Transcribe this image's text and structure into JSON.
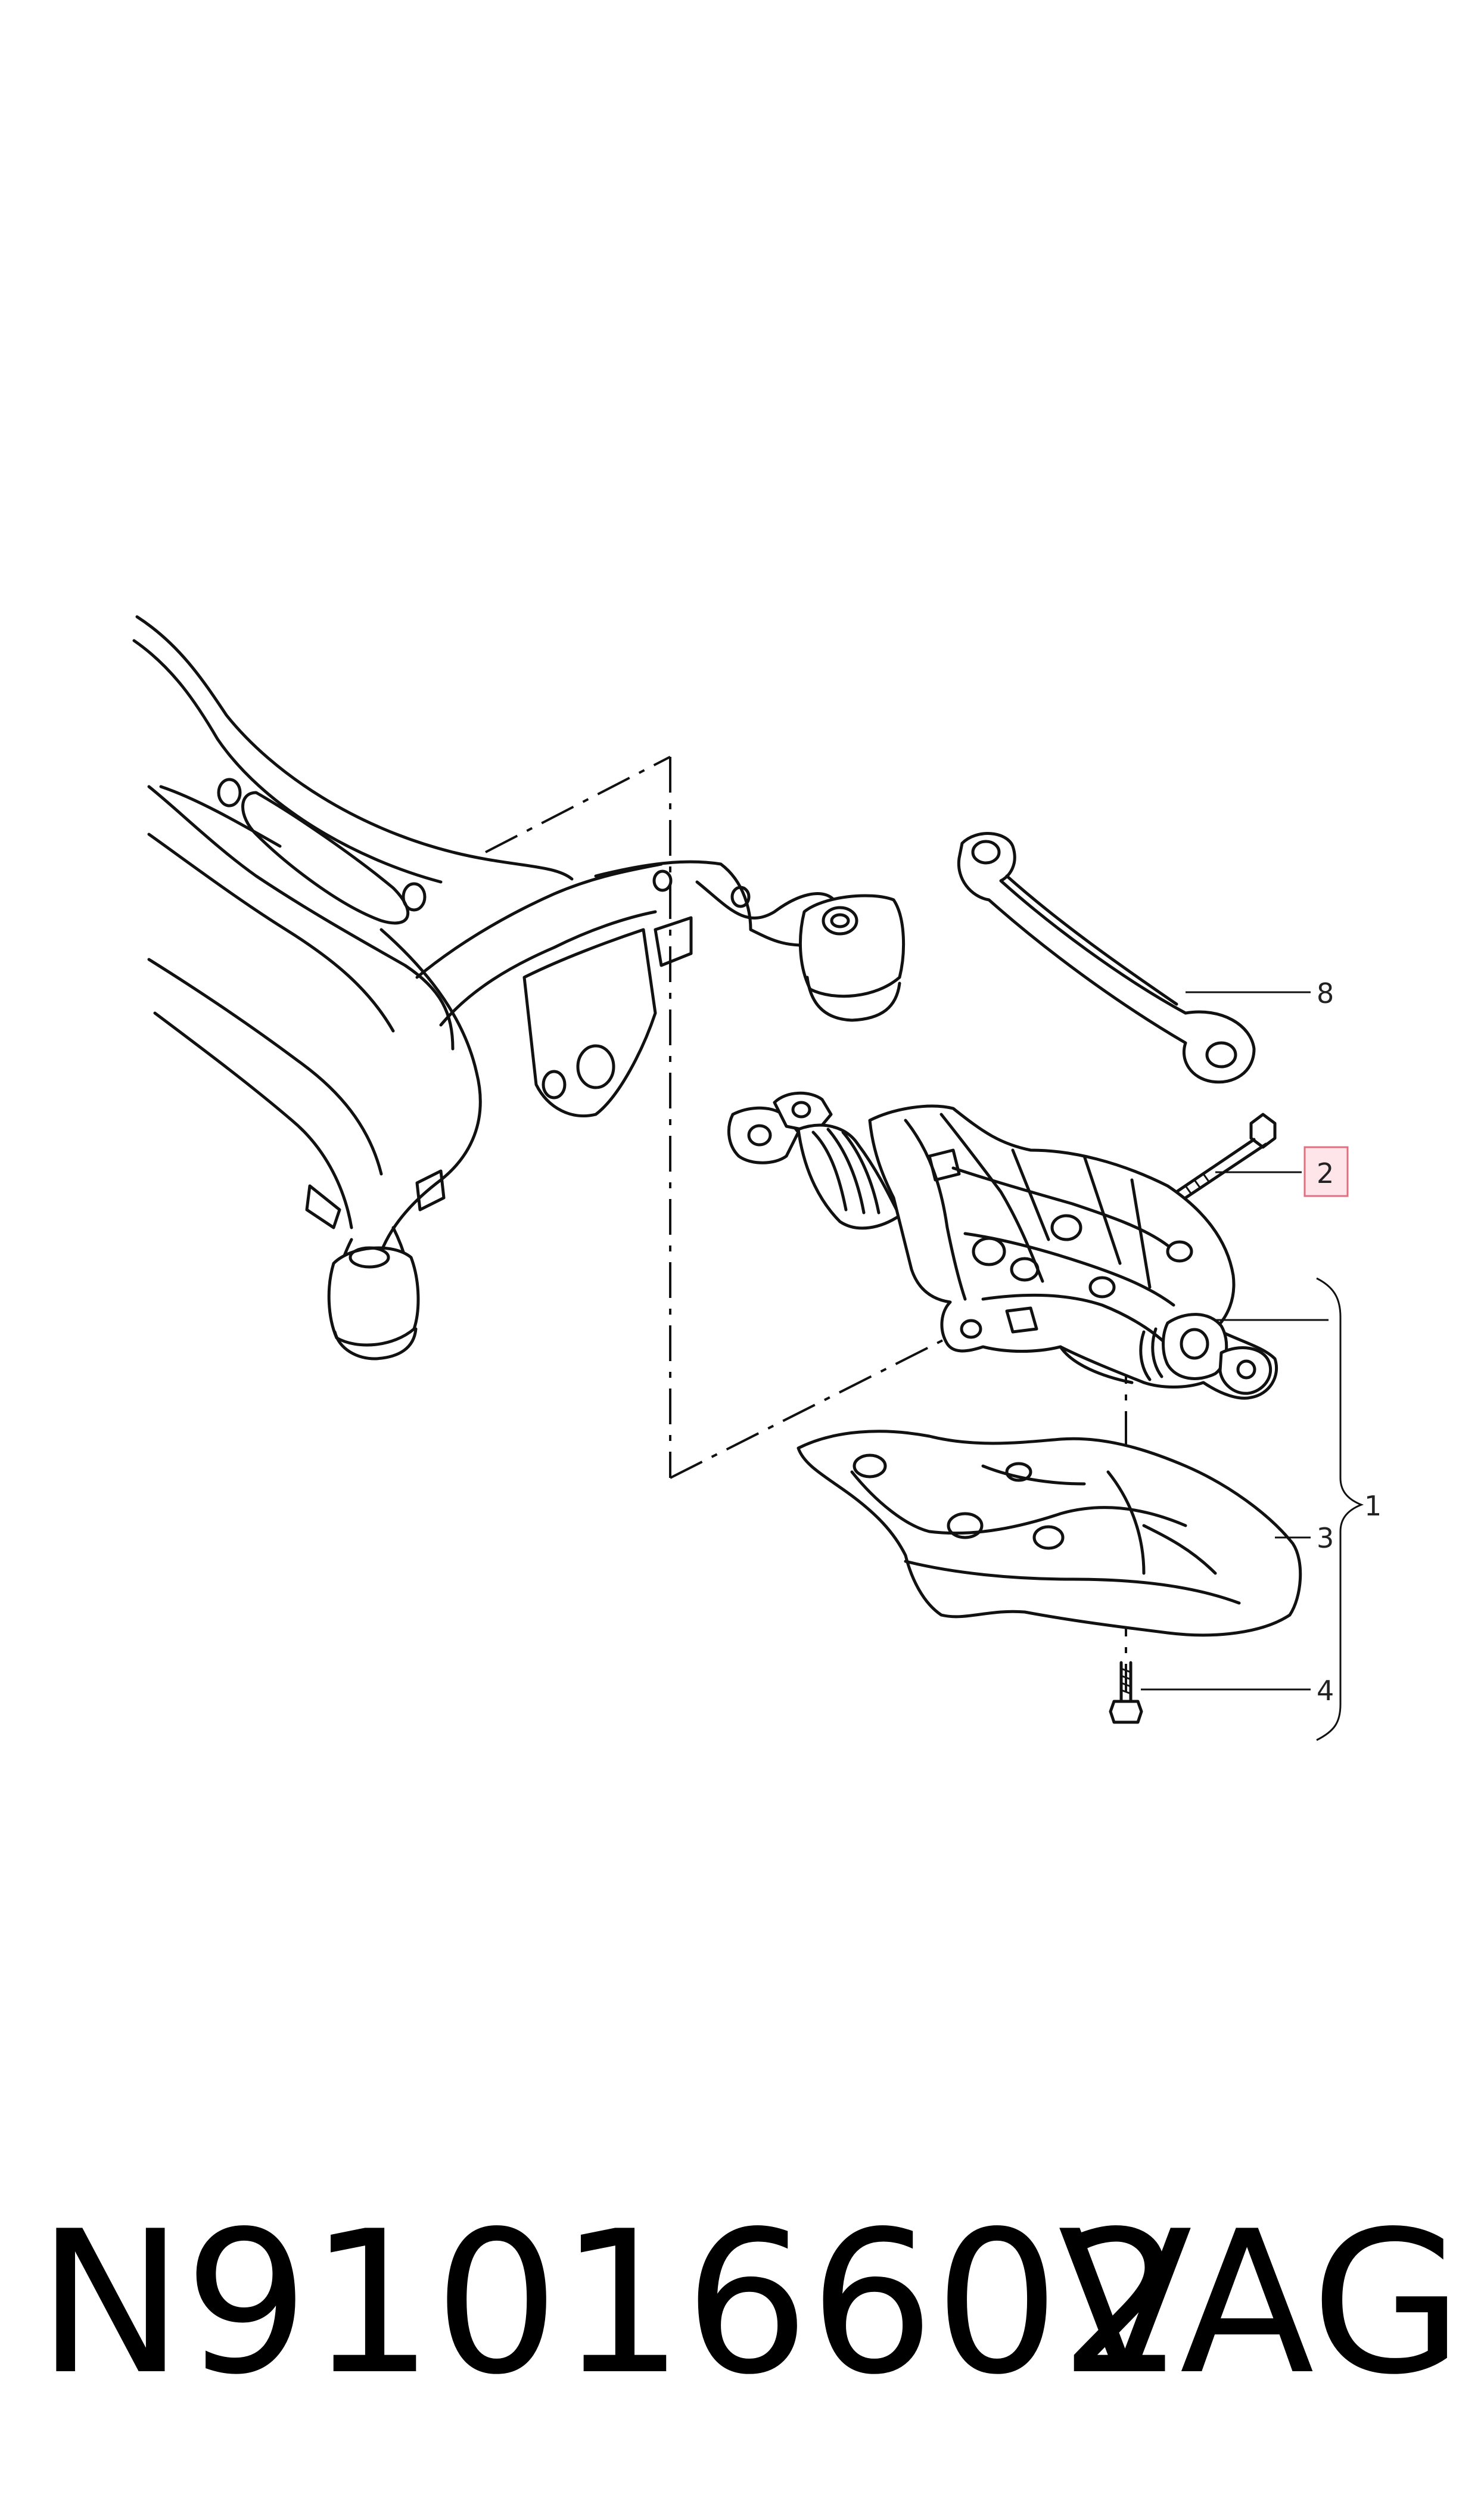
{
  "diagram": {
    "callouts": {
      "c1": "1",
      "c2": "2",
      "c3": "3",
      "c4": "4",
      "c8": "8"
    },
    "highlight_color": "#fde5ea",
    "highlight_border": "#e07080"
  },
  "footer": {
    "part_number": "N91016602",
    "brand": "VAG"
  }
}
